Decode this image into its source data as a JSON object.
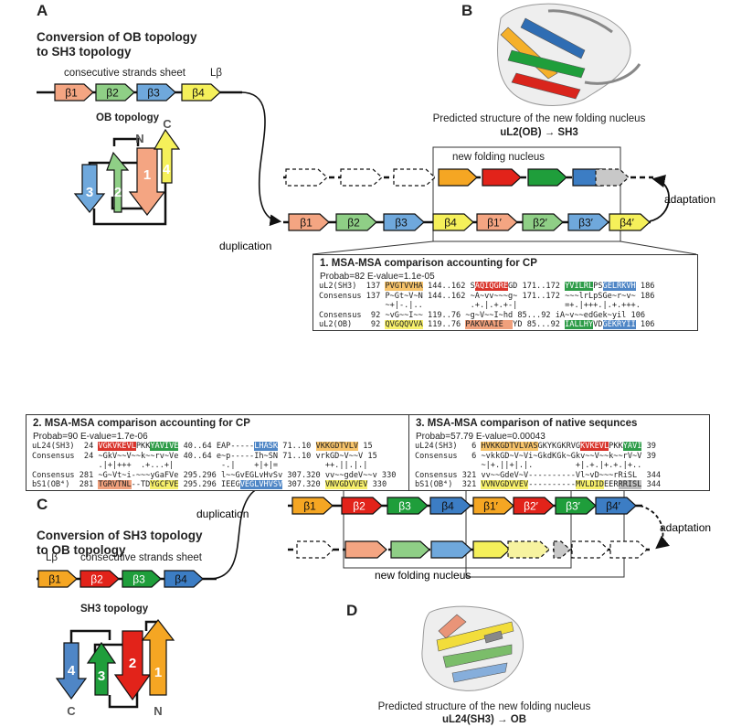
{
  "panel_labels": {
    "a": "A",
    "b": "B",
    "c": "C",
    "d": "D"
  },
  "panel_a": {
    "title_line1": "Conversion of OB topology",
    "title_line2": "to SH3 topology",
    "sheet_label": "consecutive strands sheet",
    "lbeta": "Lβ",
    "strands": [
      "β1",
      "β2",
      "β3",
      "β4"
    ],
    "topology_label": "OB topology",
    "topo_numbers": [
      "1",
      "2",
      "3",
      "4"
    ],
    "topo_n": "N",
    "topo_c": "C"
  },
  "panel_b": {
    "caption": "Predicted structure of the new folding nucleus",
    "subcaption": "uL2(OB) → SH3",
    "nucleus_label": "new folding nucleus",
    "adaptation": "adaptation",
    "duplication": "duplication",
    "row_strands": [
      "β1",
      "β2",
      "β3",
      "β4",
      "β1′",
      "β2′",
      "β3′",
      "β4′"
    ]
  },
  "box1": {
    "title": "1. MSA-MSA comparison accounting for CP",
    "stats": "Probab=82  E-value=1.1e-05",
    "rows": [
      {
        "name": "uL2(SH3)",
        "start": "137",
        "s1": "PVGTVVHA",
        "r2": "144..162",
        "s2a": "S",
        "s2": "AQIQGRE",
        "s2b": "GD",
        "r3": "171..172",
        "s3": "YVILRL",
        "s3m": "PS",
        "s4": "GELRKVH",
        "end": "186"
      },
      {
        "name": "Consensus",
        "start": "137",
        "s1": "P~Gt~V~N",
        "r2": "144..162",
        "s2": "~A~vv~~~g~",
        "r3": "171..172",
        "s3": "~~~lrLpSGe~r~v~",
        "end": "186"
      },
      {
        "name": "",
        "s1": "~+|-.|..",
        "s2": ".+.|.+.+-|",
        "s3": "=+.|+++.|.+.+++."
      },
      {
        "name": "Consensus",
        "start": "92",
        "s1": "~vG~~I~~",
        "r2": "119..76",
        "s2": "~g~V~~I~hd",
        "r3": "85...92",
        "s3": "iA~v~~edGek~yil",
        "end": "106"
      },
      {
        "name": "uL2(OB)",
        "start": "92",
        "s1": "QVGQQVVA",
        "r2": "119..76",
        "s2": "PAKVAAIE",
        "s2b": "YD",
        "r3": "85...92",
        "s3": "IALLHY",
        "s3m": "VD",
        "s4": "GEKRYII",
        "end": "106"
      }
    ]
  },
  "box2": {
    "title": "2. MSA-MSA comparison accounting for CP",
    "stats": "Probab=90  E-value=1.7e-06",
    "rows": [
      {
        "name": "uL24(SH3)",
        "start": "24",
        "s1": "VGKVKEVL",
        "s1m": "PKK",
        "s1b": "YAVIVE",
        "r2": "40..64",
        "s2a": "EAP-----",
        "s2": "LHASK",
        "r3": "71..10",
        "s3": "VKKGDTVLV",
        "end": "15"
      },
      {
        "name": "Consensus",
        "start": "24",
        "s1": "~GkV~~V~~k~~rv~Ve",
        "r2": "40..64",
        "s2": "e~p-----Ih~SN",
        "r3": "71..10",
        "s3": "vrkGD~V~~V",
        "end": "15"
      },
      {
        "name": "",
        "s1": ".|+|+++  .+...+|",
        "s2": "-.|    +|+|=",
        "s3": "++.||.|.|"
      },
      {
        "name": "Consensus",
        "start": "281",
        "s1": "~G~Vt~i-~~~yGaFVe",
        "r2": "295.296",
        "s2": "l~~GvEGLvHvSv",
        "r3": "307.320",
        "s3": "vv~~gdeV~~v",
        "end": "330"
      },
      {
        "name": "bS1(OB⁴)",
        "start": "281",
        "s1": "TGRVTNL",
        "s1m": "--TD",
        "s1b": "YGCFVE",
        "r2": "295.296",
        "s2a": "IEEG",
        "s2": "VEGLVHVSV",
        "r3": "307.320",
        "s3": "VNVGDVVEV",
        "end": "330"
      }
    ]
  },
  "box3": {
    "title": "3. MSA-MSA comparison of native sequnces",
    "stats": "Probab=57.79  E-value=0.00043",
    "rows": [
      {
        "name": "uL24(SH3)",
        "start": "6",
        "s1": "HVKKGDTVLVAS",
        "m1": "GKYKGKRVG",
        "s2": "KVKEVL",
        "m2": "PKK",
        "s3": "YAVI",
        "end": "39"
      },
      {
        "name": "Consensus",
        "start": "6",
        "s1": "~vkkGD~V~Vi~GkdKGk~Gkv~~V~~k~~rV~V",
        "end": "39"
      },
      {
        "name": "",
        "s1": "~|+.||+|.|.         +|.+.|+.+.|+.."
      },
      {
        "name": "Consensus",
        "start": "321",
        "s1": "vv~~GdeV~V----------Vl~vD~~~rRiSL",
        "end": "344"
      },
      {
        "name": "bS1(OB⁴)",
        "start": "321",
        "s1": "VVNVGDVVEV",
        "m1": "----------",
        "s2": "MVLDID",
        "m2": "EER",
        "s3": "RRISL",
        "end": "344"
      }
    ]
  },
  "panel_c": {
    "title_line1": "Conversion of SH3 topology",
    "title_line2": "to OB topology",
    "sheet_label": "consecutive strands sheet",
    "lbeta": "Lβ",
    "strands": [
      "β1",
      "β2",
      "β3",
      "β4"
    ],
    "topology_label": "SH3 topology",
    "topo_numbers": [
      "4",
      "3",
      "2",
      "1"
    ],
    "topo_c": "C",
    "topo_n": "N",
    "duplication": "duplication",
    "row_strands": [
      "β1",
      "β2",
      "β3",
      "β4",
      "β1′",
      "β2′",
      "β3′",
      "β4′"
    ],
    "nucleus_label": "new folding nucleus",
    "adaptation": "adaptation"
  },
  "panel_d": {
    "caption": "Predicted structure of the new folding nucleus",
    "subcaption": "uL24(SH3) → OB"
  },
  "colors": {
    "b1_ob": "#f4a582",
    "b2_ob": "#8fcf86",
    "b3_ob": "#6fa8dc",
    "b4_ob": "#f5f05a",
    "orange": "#f5a623",
    "red": "#e2231a",
    "green": "#1f9e3b",
    "blue": "#3c7dc4",
    "grey": "#c8c8c8",
    "hl_orange": "#f7c36a",
    "hl_red": "#d9342b",
    "hl_green": "#2e9c48",
    "hl_blue": "#4f86c6",
    "hl_salmon": "#f0a07c",
    "hl_yellow": "#f7f06b",
    "hl_grey": "#bdbdbd"
  }
}
